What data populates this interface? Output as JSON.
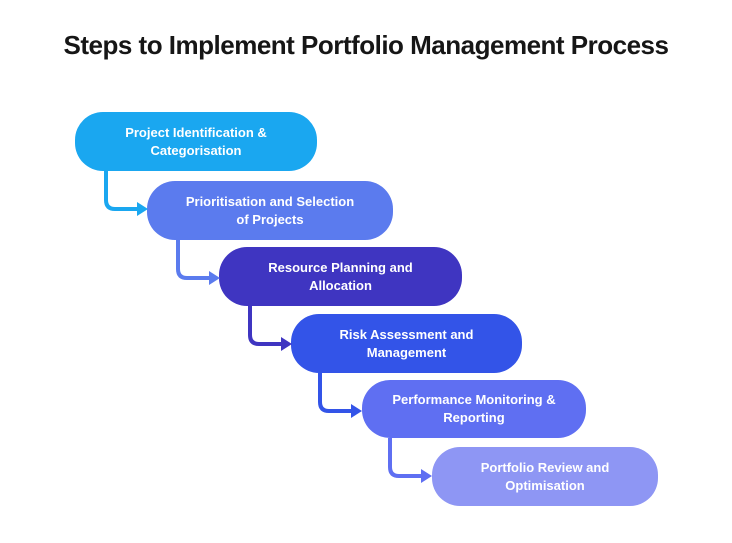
{
  "title": "Steps to Implement Portfolio Management Process",
  "colors": {
    "background": "#FFFFFF",
    "title_text": "#161616",
    "box_text": "#FFFFFF"
  },
  "steps": [
    {
      "label": "Project Identification &\nCategorisation",
      "color": "#1AA7F0"
    },
    {
      "label": "Prioritisation and Selection\nof Projects",
      "color": "#5B7BEE"
    },
    {
      "label": "Resource Planning and\nAllocation",
      "color": "#3F35C1"
    },
    {
      "label": "Risk Assessment and\nManagement",
      "color": "#3354E8"
    },
    {
      "label": "Performance Monitoring &\nReporting",
      "color": "#5F6FF2"
    },
    {
      "label": "Portfolio Review and\nOptimisation",
      "color": "#8E96F4"
    }
  ]
}
